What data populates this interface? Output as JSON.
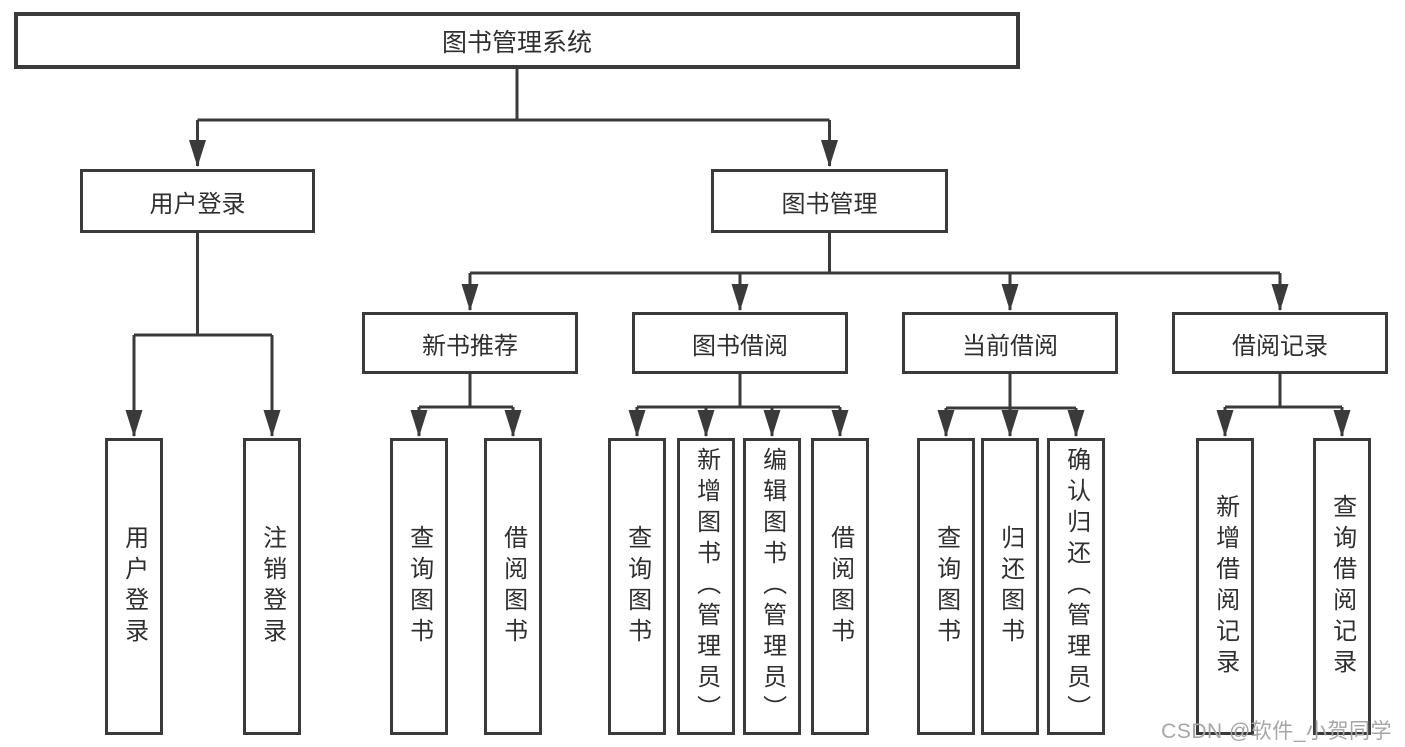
{
  "tree": {
    "root": "图书管理系统",
    "branches": [
      {
        "label": "用户登录",
        "children": [
          "用户登录",
          "注销登录"
        ]
      },
      {
        "label": "图书管理",
        "groups": [
          {
            "label": "新书推荐",
            "children": [
              "查询图书",
              "借阅图书"
            ]
          },
          {
            "label": "图书借阅",
            "children": [
              "查询图书",
              "新增图书（管理员）",
              "编辑图书（管理员）",
              "借阅图书"
            ]
          },
          {
            "label": "当前借阅",
            "children": [
              "查询图书",
              "归还图书",
              "确认归还（管理员）"
            ]
          },
          {
            "label": "借阅记录",
            "children": [
              "新增借阅记录",
              "查询借阅记录"
            ]
          }
        ]
      }
    ]
  },
  "colors": {
    "line": "#3a3a3a",
    "text": "#2f2f2f",
    "watermark": "#a6a6a6",
    "background": "#ffffff"
  },
  "watermark": {
    "text": "CSDN @软件_小贺同学"
  }
}
